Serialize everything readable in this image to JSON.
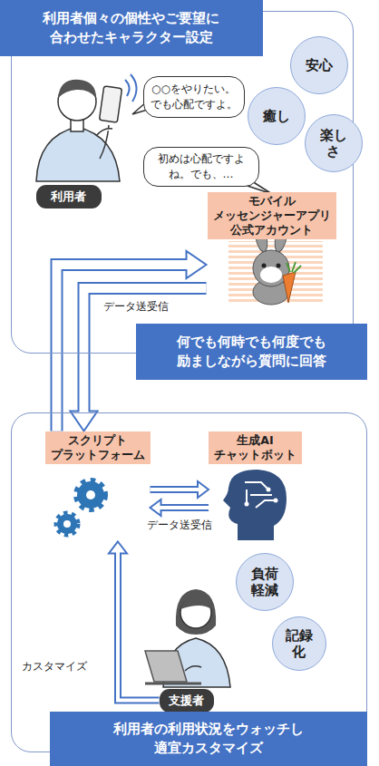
{
  "diagram": {
    "nodes": [
      {
        "text": [
          "利用者個々の個性やご要望に 合わせたキャラクター設定"
        ]
      },
      {
        "text": [
          "○○をやりたい。 でも心配ですよ。"
        ],
        "in": 0
      },
      {
        "text": [
          "利用者"
        ],
        "in": 0
      },
      {
        "text": [
          "初めは心配ですよ ね。でも、…"
        ],
        "in": 0
      },
      {
        "text": [
          "安心"
        ],
        "in": 0
      },
      {
        "text": [
          "癒し"
        ],
        "in": 0
      },
      {
        "text": [
          "楽し さ"
        ],
        "in": 0
      },
      {
        "text": [
          "モバイル メッセンジャーアプリ 公式アカウント"
        ],
        "in": 0
      },
      {
        "text": [
          "何でも何時でも何度でも 励ましながら質問に回答"
        ],
        "in": 0
      },
      {
        "text": [
          "利用者の利用状況をウォッチし 適宜カスタマイズ"
        ]
      },
      {
        "text": [
          "スクリプト プラットフォーム"
        ],
        "in": 9
      },
      {
        "text": [
          "生成AI チャットボット"
        ],
        "in": 9
      },
      {
        "text": [
          "負荷 軽減"
        ],
        "in": 9
      },
      {
        "text": [
          "記録 化"
        ],
        "in": 9
      },
      {
        "text": [
          "支援者"
        ],
        "in": 9
      }
    ],
    "edges": [
      {
        "from": 10,
        "to": 7,
        "arrow": "to"
      },
      {
        "from": 7,
        "to": 10,
        "label": "データ送受信",
        "arrow": "to"
      },
      {
        "from": 10,
        "to": 11,
        "arrow": "to"
      },
      {
        "from": 11,
        "to": 10,
        "label": "データ送受信",
        "arrow": "to"
      },
      {
        "from": 14,
        "to": 10,
        "label": "カスタマイズ",
        "arrow": "to"
      }
    ]
  }
}
